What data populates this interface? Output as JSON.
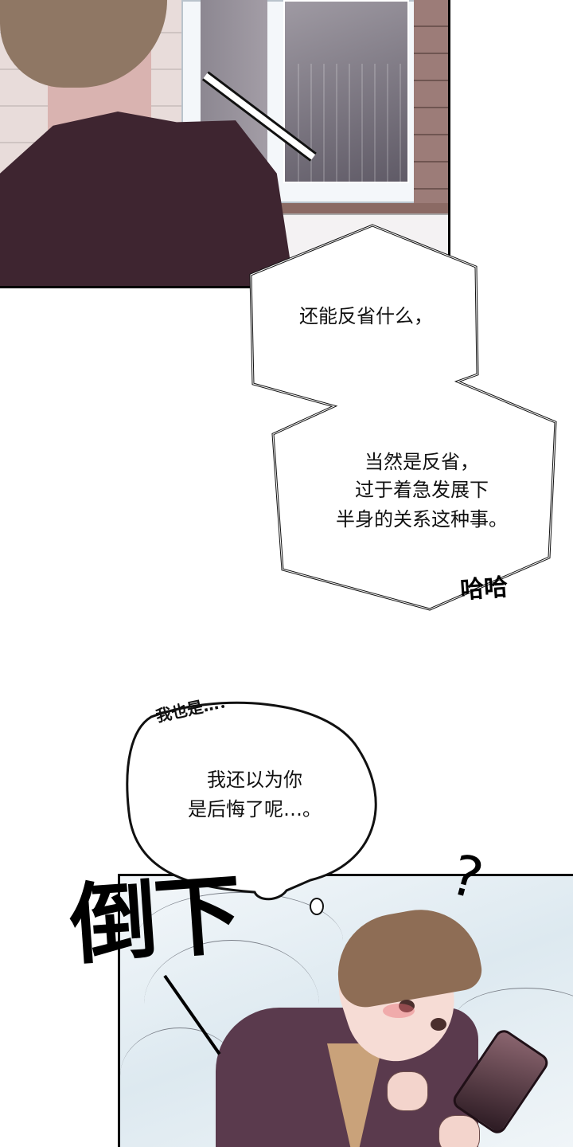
{
  "page": {
    "type": "webtoon-comic-strip",
    "background": "#ffffff"
  },
  "panel1": {
    "description": "Back view of man in dark maroon shirt looking at a window",
    "sfx_swoosh": true
  },
  "bubble1": {
    "shape": "jagged",
    "lines": [
      "还能反省什么，"
    ]
  },
  "bubble2": {
    "shape": "jagged",
    "lines": [
      "当然是反省，",
      "过于着急发展下",
      "半身的关系这种事。"
    ],
    "sfx": "哈哈"
  },
  "thought_bubble": {
    "shape": "thought",
    "side_text": "我也是…．",
    "lines": [
      "我还以为你",
      "是后悔了呢…。"
    ]
  },
  "panel3": {
    "description": "Brown-haired young man lying on bed next to phone, blushing",
    "sfx": "倒下",
    "question_mark": "?"
  },
  "colors": {
    "shirt": "#3e2530",
    "hair": "#8e6d55",
    "bed": "#e4edf3",
    "jacket": "#5a3a4d"
  }
}
